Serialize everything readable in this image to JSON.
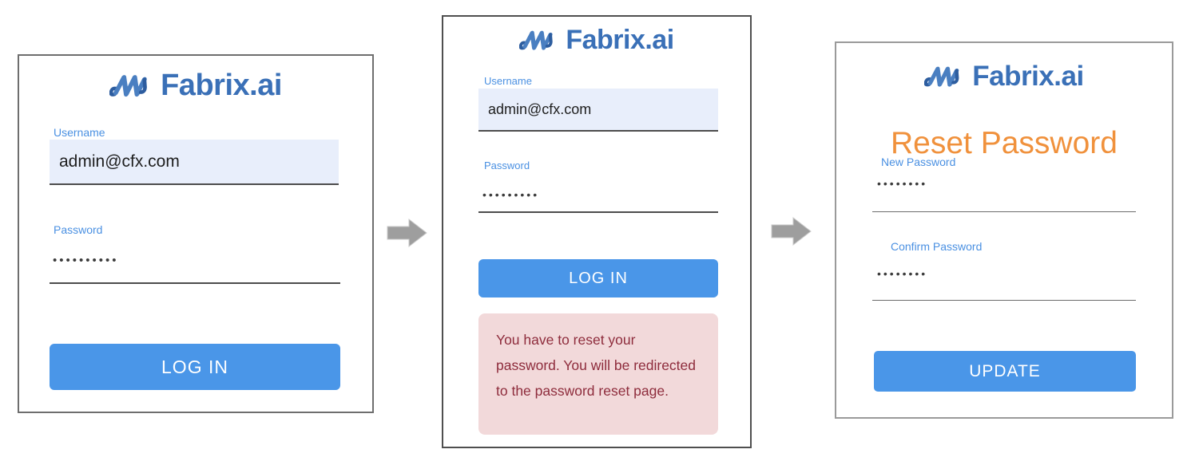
{
  "brand": {
    "logo_text": "Fabrix.ai",
    "logo_icon": "fabrix-wave-m-icon"
  },
  "flow": {
    "arrow_icon": "right-block-arrow-icon"
  },
  "panels": {
    "login_initial": {
      "username_label": "Username",
      "username_value": "admin@cfx.com",
      "password_label": "Password",
      "password_value": "••••••••••",
      "login_button": "LOG IN"
    },
    "login_error": {
      "username_label": "Username",
      "username_value": "admin@cfx.com",
      "password_label": "Password",
      "password_value": "•••••••••",
      "login_button": "LOG IN",
      "error_message": "You have to reset your password. You will be redirected to the password reset page."
    },
    "reset_password": {
      "title": "Reset Password",
      "new_password_label": "New Password",
      "new_password_value": "••••••••",
      "confirm_password_label": "Confirm Password",
      "confirm_password_value": "••••••••",
      "update_button": "UPDATE"
    }
  },
  "colors": {
    "brand_blue": "#3a70b7",
    "label_blue": "#4a90e2",
    "button_blue": "#4a96e8",
    "button_text": "#ffffff",
    "input_background": "#e8eefb",
    "input_text": "#1e1e1e",
    "underline_gray": "#4c4c4c",
    "error_background": "#f2d9da",
    "error_text": "#8e2c3c",
    "heading_orange": "#f0913c",
    "arrow_gray": "#9e9e9e",
    "panel_border_gray": "#6e6e6e"
  }
}
